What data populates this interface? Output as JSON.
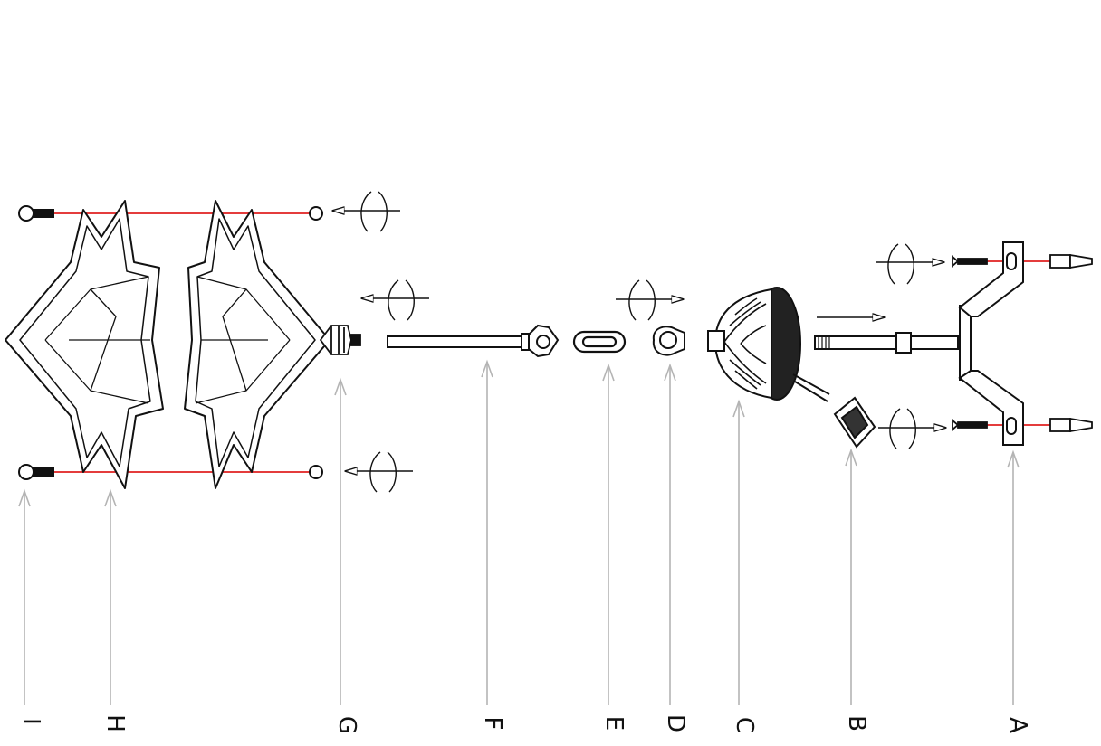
{
  "parts": [
    {
      "id": "a",
      "label": "A"
    },
    {
      "id": "b",
      "label": "B"
    },
    {
      "id": "c",
      "label": "C"
    },
    {
      "id": "d",
      "label": "D"
    },
    {
      "id": "e",
      "label": "E"
    },
    {
      "id": "f",
      "label": "F"
    },
    {
      "id": "g",
      "label": "G"
    },
    {
      "id": "h",
      "label": "H"
    },
    {
      "id": "i",
      "label": "I"
    }
  ],
  "colors": {
    "line": "#111111",
    "leader": "#b4b4b4",
    "alignment": "#e02020"
  }
}
